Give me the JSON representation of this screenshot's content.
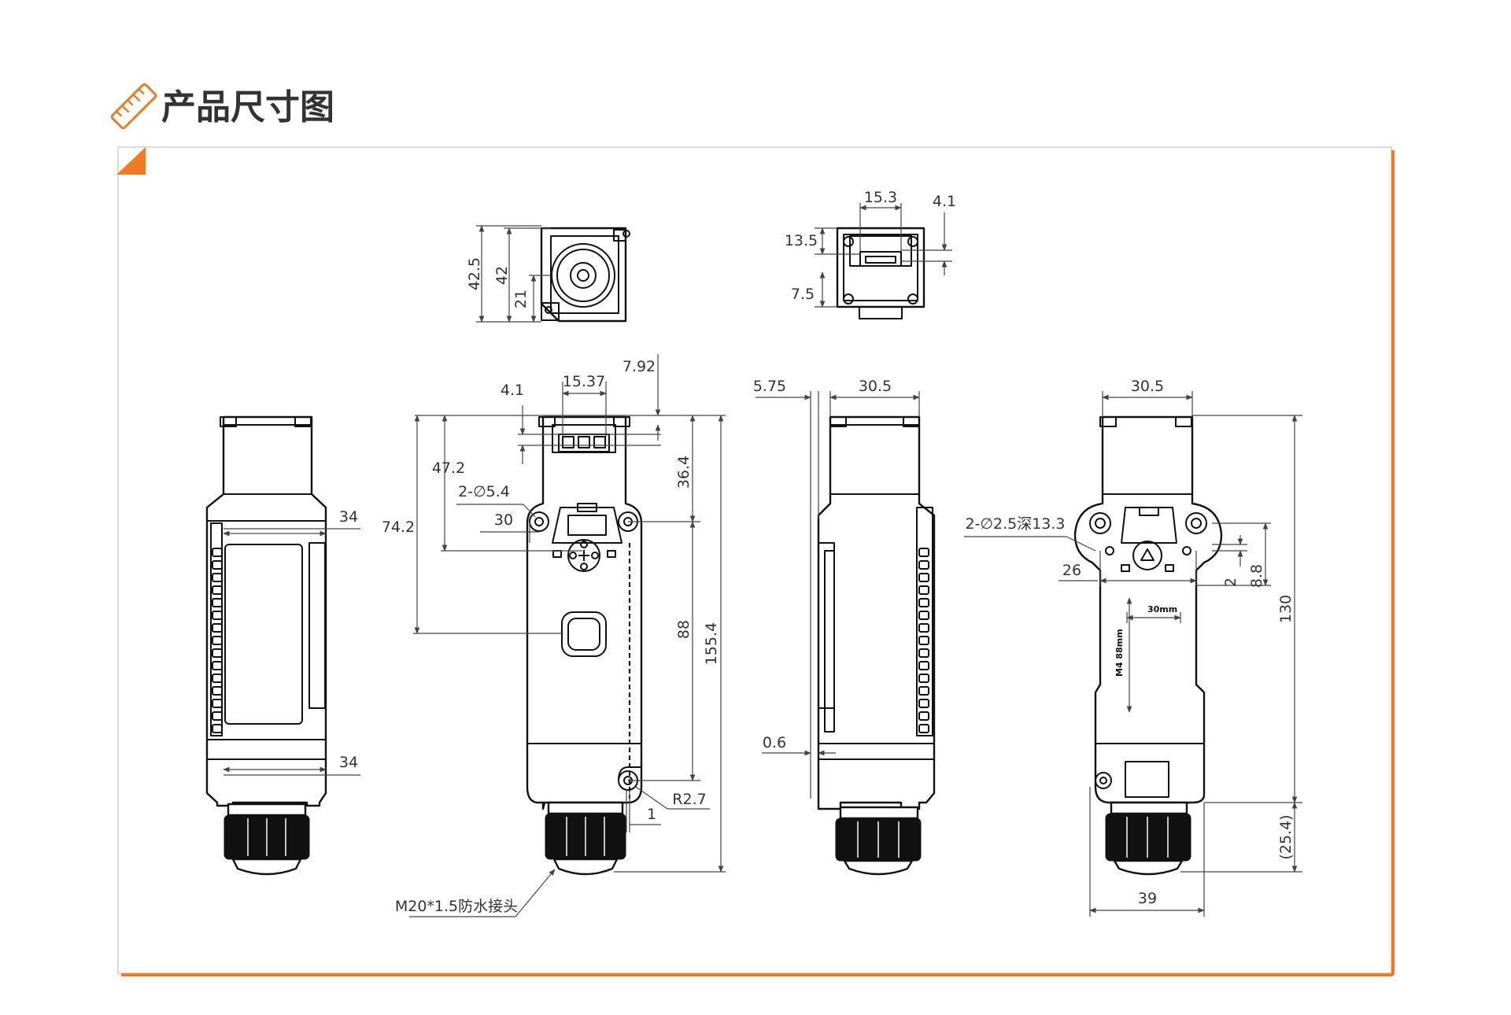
{
  "title": "产品尺寸图",
  "colors": {
    "accent": "#f07b22",
    "frame": "#cfcfcf",
    "line": "#111111",
    "text": "#333333"
  },
  "icons": {
    "header": "ruler-icon"
  },
  "top_end_view": {
    "dims": [
      "42.5",
      "42",
      "21"
    ]
  },
  "top_plan_view": {
    "dims": [
      "15.3",
      "4.1",
      "13.5",
      "7.5"
    ]
  },
  "side_view_left": {
    "dims": [
      "34",
      "34"
    ]
  },
  "front_view": {
    "dims": [
      "7.92",
      "15.37",
      "4.1",
      "47.2",
      "2-∅5.4",
      "30",
      "74.2",
      "36.4",
      "88",
      "155.4",
      "R2.7",
      "1"
    ],
    "connector_label": "M20*1.5防水接头"
  },
  "side_view_right": {
    "dims": [
      "5.75",
      "30.5",
      "0.6"
    ]
  },
  "back_view": {
    "dims": [
      "30.5",
      "2-∅2.5深13.3",
      "26",
      "2",
      "8.8",
      "130",
      "(25.4)",
      "39"
    ],
    "markings": {
      "horizontal": "30mm",
      "vertical": "M4 88mm"
    }
  }
}
